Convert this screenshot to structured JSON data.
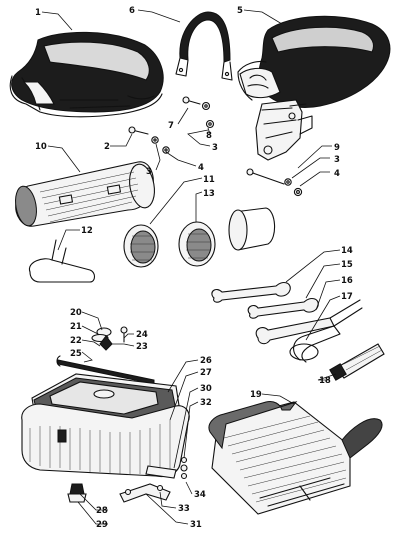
{
  "callouts": [
    {
      "id": "1",
      "label": "1"
    },
    {
      "id": "2",
      "label": "2"
    },
    {
      "id": "3a",
      "label": "3"
    },
    {
      "id": "3b",
      "label": "3"
    },
    {
      "id": "3c",
      "label": "3"
    },
    {
      "id": "4a",
      "label": "4"
    },
    {
      "id": "4b",
      "label": "4"
    },
    {
      "id": "5",
      "label": "5"
    },
    {
      "id": "6",
      "label": "6"
    },
    {
      "id": "7",
      "label": "7"
    },
    {
      "id": "8",
      "label": "8"
    },
    {
      "id": "9",
      "label": "9"
    },
    {
      "id": "10",
      "label": "10"
    },
    {
      "id": "11",
      "label": "11"
    },
    {
      "id": "12",
      "label": "12"
    },
    {
      "id": "13",
      "label": "13"
    },
    {
      "id": "14",
      "label": "14"
    },
    {
      "id": "15",
      "label": "15"
    },
    {
      "id": "16",
      "label": "16"
    },
    {
      "id": "17",
      "label": "17"
    },
    {
      "id": "18",
      "label": "18"
    },
    {
      "id": "19",
      "label": "19"
    },
    {
      "id": "20",
      "label": "20"
    },
    {
      "id": "21",
      "label": "21"
    },
    {
      "id": "22",
      "label": "22"
    },
    {
      "id": "23",
      "label": "23"
    },
    {
      "id": "24",
      "label": "24"
    },
    {
      "id": "25",
      "label": "25"
    },
    {
      "id": "26",
      "label": "26"
    },
    {
      "id": "27",
      "label": "27"
    },
    {
      "id": "28",
      "label": "28"
    },
    {
      "id": "29",
      "label": "29"
    },
    {
      "id": "30",
      "label": "30"
    },
    {
      "id": "31",
      "label": "31"
    },
    {
      "id": "32",
      "label": "32"
    },
    {
      "id": "33",
      "label": "33"
    },
    {
      "id": "34",
      "label": "34"
    }
  ]
}
